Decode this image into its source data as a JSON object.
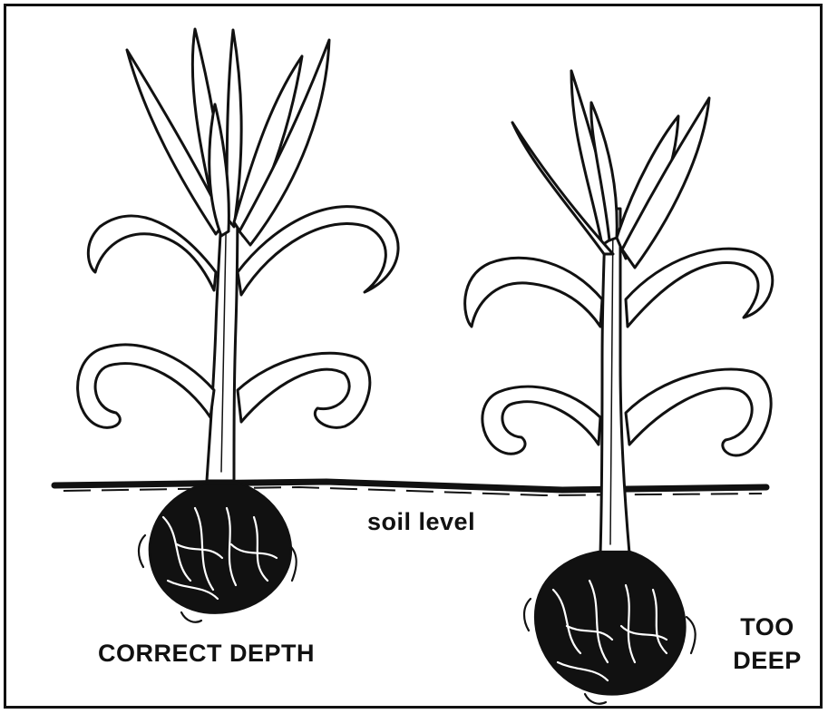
{
  "labels": {
    "soil_level": "soil level",
    "correct_depth": "CORRECT DEPTH",
    "too_deep_line1": "TOO",
    "too_deep_line2": "DEEP"
  },
  "colors": {
    "ink": "#111111",
    "background": "#ffffff"
  }
}
